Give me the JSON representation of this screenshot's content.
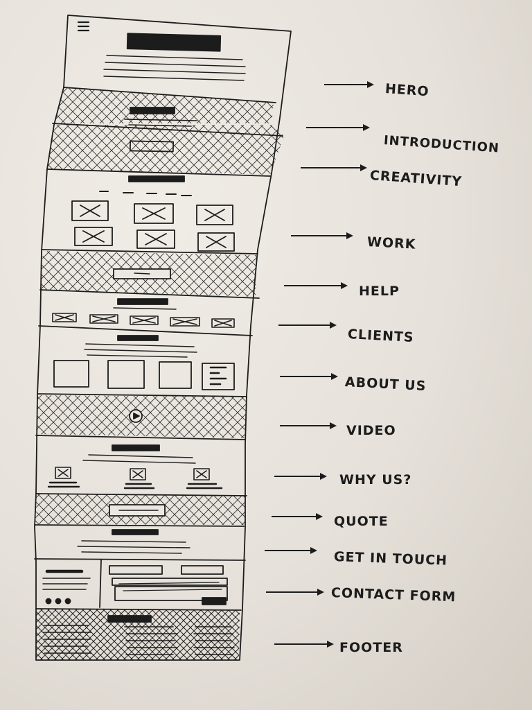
{
  "colors": {
    "ink": "#1c1c1c",
    "paper": "#ebe7e1"
  },
  "sections": [
    {
      "id": "hero",
      "label": "HERO"
    },
    {
      "id": "introduction",
      "label": "INTRODUCTION"
    },
    {
      "id": "creativity",
      "label": "CREATIVITY"
    },
    {
      "id": "work",
      "label": "WORK"
    },
    {
      "id": "help",
      "label": "HELP"
    },
    {
      "id": "clients",
      "label": "CLIENTS"
    },
    {
      "id": "about-us",
      "label": "ABOUT US"
    },
    {
      "id": "video",
      "label": "VIDEO"
    },
    {
      "id": "why-us",
      "label": "WHY US?"
    },
    {
      "id": "quote",
      "label": "QUOTE"
    },
    {
      "id": "get-in-touch",
      "label": "GET IN TOUCH"
    },
    {
      "id": "contact-form",
      "label": "CONTACT FORM"
    },
    {
      "id": "footer",
      "label": "FOOTER"
    }
  ]
}
